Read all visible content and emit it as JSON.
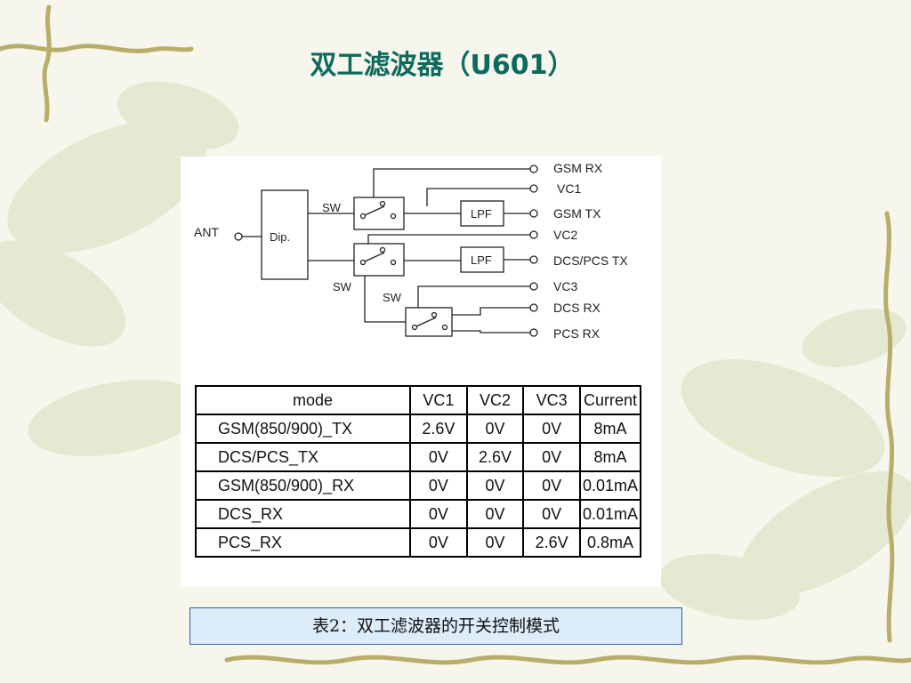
{
  "slide": {
    "title": "双工滤波器（U601）",
    "caption": "表2：双工滤波器的开关控制模式"
  },
  "diagram": {
    "ant_label": "ANT",
    "dip_label": "Dip.",
    "sw_labels": [
      "SW",
      "SW",
      "SW"
    ],
    "lpf_labels": [
      "LPF",
      "LPF"
    ],
    "ports": [
      "GSM RX",
      "VC1",
      "GSM TX",
      "VC2",
      "DCS/PCS TX",
      "VC3",
      "DCS RX",
      "PCS RX"
    ]
  },
  "table": {
    "headers": [
      "mode",
      "VC1",
      "VC2",
      "VC3",
      "Current"
    ],
    "rows": [
      [
        "GSM(850/900)_TX",
        "2.6V",
        "0V",
        "0V",
        "8mA"
      ],
      [
        "DCS/PCS_TX",
        "0V",
        "2.6V",
        "0V",
        "8mA"
      ],
      [
        "GSM(850/900)_RX",
        "0V",
        "0V",
        "0V",
        "0.01mA"
      ],
      [
        "DCS_RX",
        "0V",
        "0V",
        "0V",
        "0.01mA"
      ],
      [
        "PCS_RX",
        "0V",
        "0V",
        "2.6V",
        "0.8mA"
      ]
    ]
  },
  "colors": {
    "title": "#0b6b5c",
    "caption_bg": "#dcecf8",
    "caption_border": "#3a5aa8",
    "vine": "#b9ad6a",
    "leaf": "#dde3c4"
  }
}
